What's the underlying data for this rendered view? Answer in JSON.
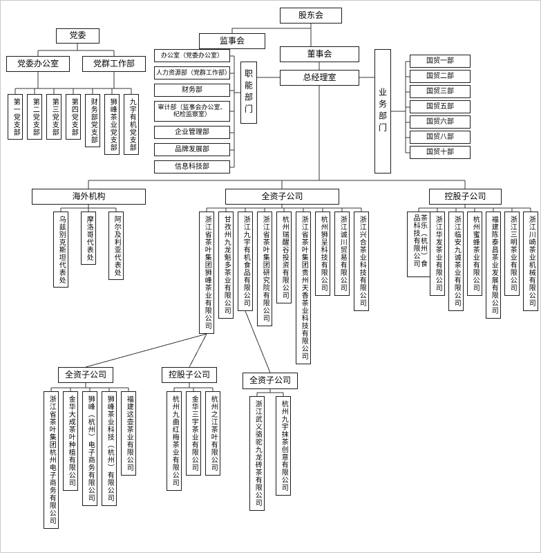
{
  "governance": {
    "shareholders": "股东会",
    "supervisory": "监事会",
    "board": "董事会",
    "gm_office": "总经理室"
  },
  "party": {
    "committee": "党委",
    "office": "党委办公室",
    "mass_work_dept": "党群工作部",
    "branches": [
      "第一党支部",
      "第二党支部",
      "第三党支部",
      "第四党支部",
      "财务部党支部",
      "狮峰茶业党支部",
      "九宇有机党支部"
    ]
  },
  "functional": {
    "label": "职能部门",
    "departments": [
      "办公室（党委办公室）",
      "人力资源部（党群工作部）",
      "财务部",
      "审计部（监事会办公室、纪检监察室）",
      "企业管理部",
      "品牌发展部",
      "信息科技部"
    ]
  },
  "business": {
    "label": "业务部门",
    "departments": [
      "国贸一部",
      "国贸二部",
      "国贸三部",
      "国贸五部",
      "国贸六部",
      "国贸八部",
      "国贸十部"
    ]
  },
  "overseas": {
    "label": "海外机构",
    "offices": [
      "乌兹别克斯坦代表处",
      "摩洛哥代表处",
      "阿尔及利亚代表处"
    ]
  },
  "wholly_owned": {
    "label": "全资子公司",
    "companies": [
      "浙江省茶叶集团狮峰茶业有限公司",
      "甘孜州九龙魁多茶业有限公司",
      "浙江九宇有机食品有限公司",
      "浙江省茶叶集团研究院有限公司",
      "杭州瑞醒谷投资有限公司",
      "浙江省茶叶集团贵州天香茶业科技有限公司",
      "杭州狮呈科技有限公司",
      "浙江诚川贸易有限公司",
      "浙江兴合茶业科技有限公司"
    ]
  },
  "holding": {
    "label": "控股子公司",
    "companies": [
      "茶乐（杭州）食品科技有限公司",
      "浙江华发茶业有限公司",
      "浙江临安九诚茶业有限公司",
      "杭州蜜蜂茶业有限公司",
      "福建陈泰昌茶业发展有限公司",
      "浙江三明茶业有限公司",
      "浙江川崎茶业机械有限公司"
    ]
  },
  "shifeng_sub": {
    "wholly": {
      "label": "全资子公司",
      "companies": [
        "浙江省茶叶集团杭州电子商务有限公司",
        "金华大成茶叶种植有限公司",
        "狮峰（杭州）电子商务有限公司",
        "狮峰茶业科技（杭州）有限公司",
        "福建这壶茶业有限公司"
      ]
    },
    "holding": {
      "label": "控股子公司",
      "companies": [
        "杭州九曲红梅茶业有限公司",
        "金华三宇茶业有限公司",
        "杭州之江茶叶有限公司"
      ]
    }
  },
  "jiuyu_sub": {
    "wholly": {
      "label": "全资子公司",
      "companies": [
        "浙江武义骆驼九龙砖茶有限公司",
        "杭州九宇抹茶创意有限公司"
      ]
    }
  }
}
